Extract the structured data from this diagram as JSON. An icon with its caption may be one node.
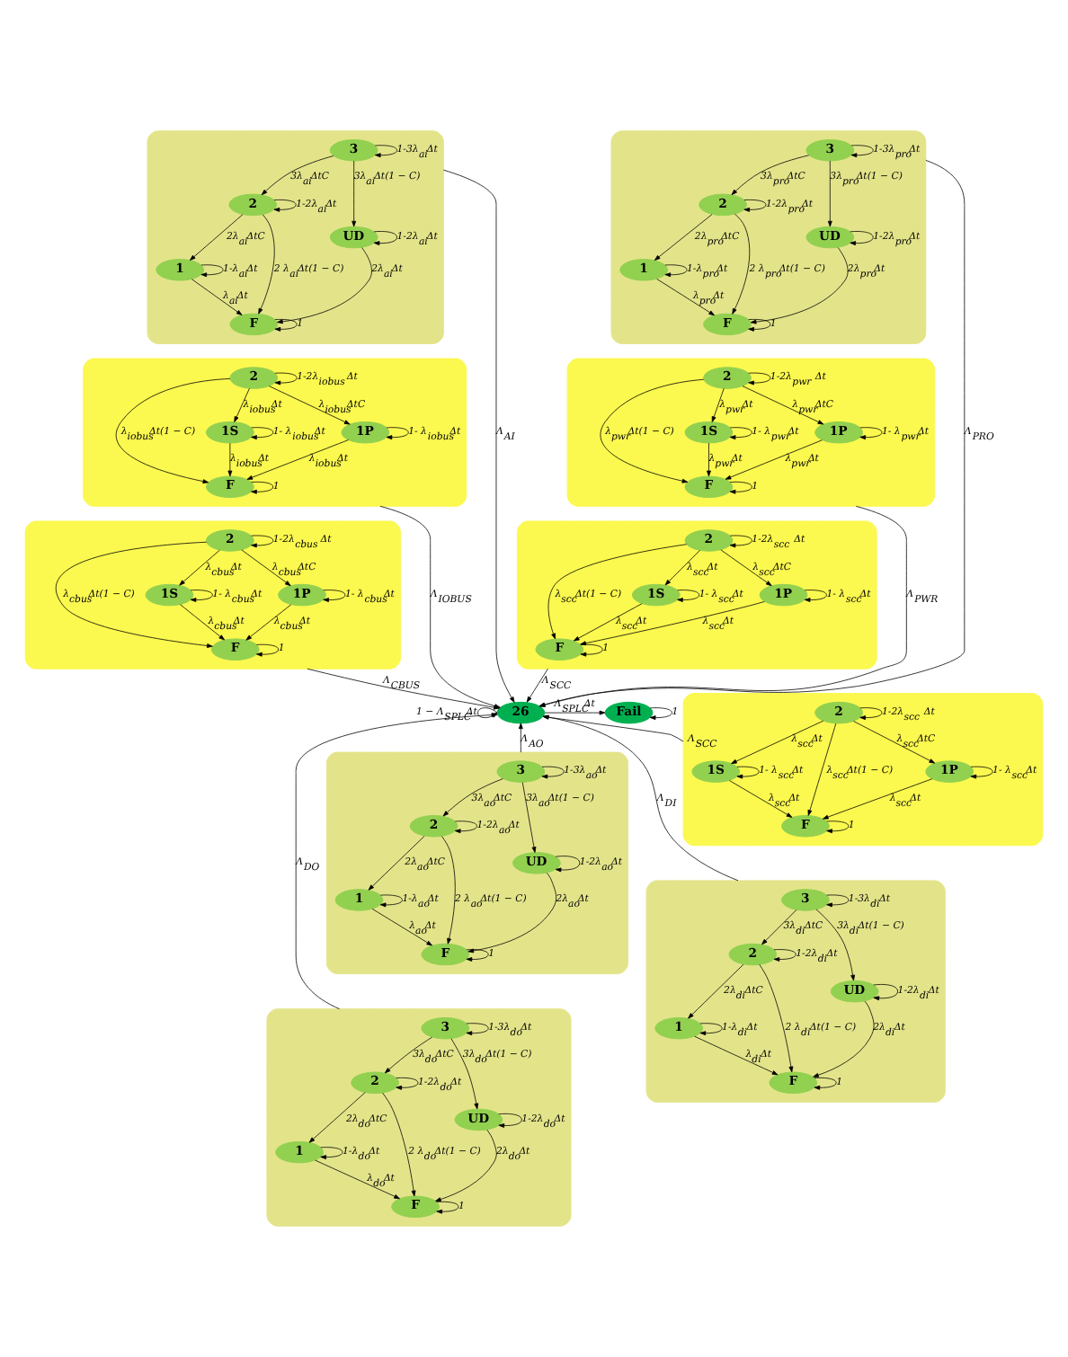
{
  "diagram": {
    "nodes": [
      {
        "text": [],
        "shape": "ellipse"
      },
      {
        "text": [
          "3"
        ],
        "in": 0
      },
      {
        "text": [
          "2"
        ],
        "in": 0
      },
      {
        "text": [
          "1"
        ],
        "in": 0
      },
      {
        "text": [
          "F"
        ],
        "in": 0
      },
      {
        "text": [
          "UD"
        ],
        "in": 0
      },
      {
        "text": [],
        "shape": "ellipse"
      },
      {
        "text": [
          "3"
        ],
        "in": 6
      },
      {
        "text": [
          "2"
        ],
        "in": 6
      },
      {
        "text": [
          "1"
        ],
        "in": 6
      },
      {
        "text": [
          "F"
        ],
        "in": 6
      },
      {
        "text": [
          "UD"
        ],
        "in": 6
      },
      {
        "text": [],
        "shape": "ellipse"
      },
      {
        "text": [
          "F"
        ],
        "in": 12
      },
      {
        "text": [
          "1S"
        ],
        "in": 12
      },
      {
        "text": [
          "1P"
        ],
        "in": 12
      },
      {
        "text": [
          "2"
        ],
        "in": 12
      },
      {
        "text": [],
        "shape": "ellipse"
      },
      {
        "text": [
          "F"
        ],
        "in": 17
      },
      {
        "text": [
          "1S"
        ],
        "in": 17
      },
      {
        "text": [
          "1P"
        ],
        "in": 17
      },
      {
        "text": [
          "2"
        ],
        "in": 17
      },
      {
        "text": [],
        "shape": "ellipse"
      },
      {
        "text": [
          "F"
        ],
        "in": 22
      },
      {
        "text": [
          "1S"
        ],
        "in": 22
      },
      {
        "text": [
          "1P"
        ],
        "in": 22
      },
      {
        "text": [
          "2"
        ],
        "in": 22
      },
      {
        "text": [],
        "shape": "ellipse"
      },
      {
        "text": [
          "F"
        ],
        "in": 27
      },
      {
        "text": [
          "1S"
        ],
        "in": 27
      },
      {
        "text": [
          "1P"
        ],
        "in": 27
      },
      {
        "text": [
          "2"
        ],
        "in": 27
      },
      {
        "text": [
          "26"
        ]
      },
      {
        "text": [
          "Fail"
        ]
      },
      {
        "text": [],
        "shape": "ellipse"
      },
      {
        "text": [
          "1S"
        ],
        "in": 34
      },
      {
        "text": [
          "2"
        ],
        "in": 34
      },
      {
        "text": [
          "F"
        ],
        "in": 34
      },
      {
        "text": [
          "1P"
        ],
        "in": 34
      },
      {
        "text": [],
        "shape": "ellipse"
      },
      {
        "text": [
          "3"
        ],
        "in": 39
      },
      {
        "text": [
          "2"
        ],
        "in": 39
      },
      {
        "text": [
          "1"
        ],
        "in": 39
      },
      {
        "text": [
          "F"
        ],
        "in": 39
      },
      {
        "text": [
          "UD"
        ],
        "in": 39
      },
      {
        "text": [],
        "shape": "ellipse"
      },
      {
        "text": [
          "3"
        ],
        "in": 45
      },
      {
        "text": [
          "2"
        ],
        "in": 45
      },
      {
        "text": [
          "1"
        ],
        "in": 45
      },
      {
        "text": [
          "F"
        ],
        "in": 45
      },
      {
        "text": [
          "UD"
        ],
        "in": 45
      },
      {
        "text": [],
        "shape": "ellipse"
      },
      {
        "text": [
          "3"
        ],
        "in": 51
      },
      {
        "text": [
          "2"
        ],
        "in": 51
      },
      {
        "text": [
          "1"
        ],
        "in": 51
      },
      {
        "text": [
          "F"
        ],
        "in": 51
      },
      {
        "text": [
          "UD"
        ],
        "in": 51
      }
    ],
    "edges": [
      {
        "from": 1,
        "to": 1,
        "arrow": "to",
        "label": "1-3λ$_{ai}$Δt"
      },
      {
        "from": 1,
        "to": 2,
        "arrow": "to",
        "label": "3λ$_{ai}$ΔtC"
      },
      {
        "from": 2,
        "to": 2,
        "arrow": "to",
        "label": "1-2λ$_{ai}$Δt"
      },
      {
        "from": 2,
        "to": 3,
        "arrow": "to",
        "label": "2λ$_{ai}$ΔtC"
      },
      {
        "from": 2,
        "to": 4,
        "arrow": "to",
        "label": "2 λ$_{ai}$Δt(1 − C)"
      },
      {
        "from": 3,
        "to": 3,
        "arrow": "to",
        "label": "1-λ$_{ai}$Δt"
      },
      {
        "from": 3,
        "to": 4,
        "arrow": "to",
        "label": "λ$_{ai}$Δt"
      },
      {
        "from": 4,
        "to": 4,
        "arrow": "to",
        "label": "1"
      },
      {
        "from": 1,
        "to": 5,
        "arrow": "to",
        "label": "3λ$_{ai}$Δt(1 − C)"
      },
      {
        "from": 5,
        "to": 5,
        "arrow": "to",
        "label": "1-2λ$_{ai}$Δt"
      },
      {
        "from": 5,
        "to": 4,
        "arrow": "to",
        "label": "2λ$_{ai}$Δt"
      },
      {
        "from": 7,
        "to": 7,
        "arrow": "to",
        "label": "1-3λ$_{pro}$Δt"
      },
      {
        "from": 7,
        "to": 8,
        "arrow": "to",
        "label": "3λ$_{pro}$ΔtC"
      },
      {
        "from": 8,
        "to": 8,
        "arrow": "to",
        "label": "1-2λ$_{pro}$Δt"
      },
      {
        "from": 8,
        "to": 9,
        "arrow": "to",
        "label": "2λ$_{pro}$ΔtC"
      },
      {
        "from": 8,
        "to": 10,
        "arrow": "to",
        "label": "2 λ$_{pro}$Δt(1 − C)"
      },
      {
        "from": 9,
        "to": 9,
        "arrow": "to",
        "label": "1-λ$_{pro}$Δt"
      },
      {
        "from": 9,
        "to": 10,
        "arrow": "to",
        "label": "λ$_{pro}$Δt"
      },
      {
        "from": 10,
        "to": 10,
        "arrow": "to",
        "label": "1"
      },
      {
        "from": 7,
        "to": 11,
        "arrow": "to",
        "label": "3λ$_{pro}$Δt(1 − C)"
      },
      {
        "from": 11,
        "to": 11,
        "arrow": "to",
        "label": "1-2λ$_{pro}$Δt"
      },
      {
        "from": 11,
        "to": 10,
        "arrow": "to",
        "label": "2λ$_{pro}$Δt"
      },
      {
        "from": 13,
        "to": 13,
        "arrow": "to",
        "label": "1"
      },
      {
        "from": 14,
        "to": 14,
        "arrow": "to",
        "label": "1- λ$_{iobus}$Δt"
      },
      {
        "from": 14,
        "to": 13,
        "arrow": "to",
        "label": "λ$_{iobus}$Δt"
      },
      {
        "from": 15,
        "to": 15,
        "arrow": "to",
        "label": "1- λ$_{iobus}$Δt"
      },
      {
        "from": 15,
        "to": 13,
        "arrow": "to",
        "label": "λ$_{iobus}$Δt"
      },
      {
        "from": 16,
        "to": 16,
        "arrow": "to",
        "label": "1-2λ$_{iobus}$ Δt"
      },
      {
        "from": 16,
        "to": 14,
        "arrow": "to",
        "label": "λ$_{iobus}$Δt"
      },
      {
        "from": 16,
        "to": 15,
        "arrow": "to",
        "label": "λ$_{iobus}$ΔtC"
      },
      {
        "from": 16,
        "to": 13,
        "arrow": "to",
        "label": "λ$_{iobus}$Δt(1 − C)"
      },
      {
        "from": 18,
        "to": 18,
        "arrow": "to",
        "label": "1"
      },
      {
        "from": 19,
        "to": 19,
        "arrow": "to",
        "label": "1- λ$_{pwr}$Δt"
      },
      {
        "from": 19,
        "to": 18,
        "arrow": "to",
        "label": "λ$_{pwr}$Δt"
      },
      {
        "from": 20,
        "to": 20,
        "arrow": "to",
        "label": "1- λ$_{pwr}$Δt"
      },
      {
        "from": 20,
        "to": 18,
        "arrow": "to",
        "label": "λ$_{pwr}$Δt"
      },
      {
        "from": 21,
        "to": 21,
        "arrow": "to",
        "label": "1-2λ$_{pwr}$ Δt"
      },
      {
        "from": 21,
        "to": 19,
        "arrow": "to",
        "label": "λ$_{pwr}$Δt"
      },
      {
        "from": 21,
        "to": 20,
        "arrow": "to",
        "label": "λ$_{pwr}$ΔtC"
      },
      {
        "from": 21,
        "to": 18,
        "arrow": "to",
        "label": "λ$_{pwr}$Δt(1 − C)"
      },
      {
        "from": 23,
        "to": 23,
        "arrow": "to",
        "label": "1"
      },
      {
        "from": 24,
        "to": 24,
        "arrow": "to",
        "label": "1- λ$_{cbus}$Δt"
      },
      {
        "from": 24,
        "to": 23,
        "arrow": "to",
        "label": "λ$_{cbus}$Δt"
      },
      {
        "from": 25,
        "to": 25,
        "arrow": "to",
        "label": "1- λ$_{cbus}$Δt"
      },
      {
        "from": 25,
        "to": 23,
        "arrow": "to",
        "label": "λ$_{cbus}$Δt"
      },
      {
        "from": 26,
        "to": 26,
        "arrow": "to",
        "label": "1-2λ$_{cbus}$ Δt"
      },
      {
        "from": 26,
        "to": 24,
        "arrow": "to",
        "label": "λ$_{cbus}$Δt"
      },
      {
        "from": 26,
        "to": 25,
        "arrow": "to",
        "label": "λ$_{cbus}$ΔtC"
      },
      {
        "from": 26,
        "to": 23,
        "arrow": "to",
        "label": "λ$_{cbus}$Δt(1 − C)"
      },
      {
        "from": 28,
        "to": 28,
        "arrow": "to",
        "label": "1"
      },
      {
        "from": 29,
        "to": 29,
        "arrow": "to",
        "label": "1- λ$_{scc}$Δt"
      },
      {
        "from": 29,
        "to": 28,
        "arrow": "to",
        "label": "λ$_{scc}$Δt"
      },
      {
        "from": 30,
        "to": 30,
        "arrow": "to",
        "label": "1- λ$_{scc}$Δt"
      },
      {
        "from": 30,
        "to": 28,
        "arrow": "to",
        "label": "λ$_{scc}$Δt"
      },
      {
        "from": 31,
        "to": 31,
        "arrow": "to",
        "label": "1-2λ$_{scc}$ Δt"
      },
      {
        "from": 31,
        "to": 29,
        "arrow": "to",
        "label": "λ$_{scc}$Δt"
      },
      {
        "from": 31,
        "to": 30,
        "arrow": "to",
        "label": "λ$_{scc}$ΔtC"
      },
      {
        "from": 31,
        "to": 28,
        "arrow": "to",
        "label": "λ$_{scc}$Δt(1 − C)"
      },
      {
        "from": 32,
        "to": 32,
        "arrow": "to",
        "label": "1 − Λ$_{SPLC}$Δt"
      },
      {
        "from": 32,
        "to": 33,
        "arrow": "to",
        "label": "Λ$_{SPLC}$Δt"
      },
      {
        "from": 33,
        "to": 33,
        "arrow": "to",
        "label": "1"
      },
      {
        "from": 0,
        "to": 32,
        "arrow": "to",
        "label": "Λ$_{AI}$"
      },
      {
        "from": 6,
        "to": 32,
        "arrow": "to",
        "label": "Λ$_{PRO}$"
      },
      {
        "from": 12,
        "to": 32,
        "arrow": "to",
        "label": "Λ$_{IOBUS}$"
      },
      {
        "from": 17,
        "to": 32,
        "arrow": "to",
        "label": "Λ$_{PWR}$"
      },
      {
        "from": 22,
        "to": 32,
        "arrow": "to",
        "label": "Λ$_{CBUS}$"
      },
      {
        "from": 27,
        "to": 32,
        "arrow": "to",
        "label": "Λ$_{SCC}$"
      },
      {
        "from": 34,
        "to": 32,
        "arrow": "to",
        "label": "Λ$_{SCC}$"
      },
      {
        "from": 39,
        "to": 32,
        "arrow": "to",
        "label": "Λ$_{AO}$"
      },
      {
        "from": 45,
        "to": 32,
        "arrow": "to",
        "label": "Λ$_{DI}$"
      },
      {
        "from": 51,
        "to": 32,
        "arrow": "to",
        "label": "Λ$_{DO}$"
      },
      {
        "from": 35,
        "to": 35,
        "arrow": "to",
        "label": "1- λ$_{scc}$Δt"
      },
      {
        "from": 35,
        "to": 37,
        "arrow": "to",
        "label": "λ$_{scc}$Δt"
      },
      {
        "from": 36,
        "to": 36,
        "arrow": "to",
        "label": "1-2λ$_{scc}$ Δt"
      },
      {
        "from": 36,
        "to": 35,
        "arrow": "to",
        "label": "λ$_{scc}$Δt"
      },
      {
        "from": 36,
        "to": 38,
        "arrow": "to",
        "label": "λ$_{scc}$ΔtC"
      },
      {
        "from": 36,
        "to": 37,
        "arrow": "to",
        "label": "λ$_{scc}$Δt(1 − C)"
      },
      {
        "from": 37,
        "to": 37,
        "arrow": "to",
        "label": "1"
      },
      {
        "from": 38,
        "to": 38,
        "arrow": "to",
        "label": "1- λ$_{scc}$Δt"
      },
      {
        "from": 38,
        "to": 37,
        "arrow": "to",
        "label": "λ$_{scc}$Δt"
      },
      {
        "from": 40,
        "to": 40,
        "arrow": "to",
        "label": "1-3λ$_{ao}$Δt"
      },
      {
        "from": 40,
        "to": 41,
        "arrow": "to",
        "label": "3λ$_{ao}$ΔtC"
      },
      {
        "from": 41,
        "to": 41,
        "arrow": "to",
        "label": "1-2λ$_{ao}$Δt"
      },
      {
        "from": 41,
        "to": 42,
        "arrow": "to",
        "label": "2λ$_{ao}$ΔtC"
      },
      {
        "from": 41,
        "to": 43,
        "arrow": "to",
        "label": "2 λ$_{ao}$Δt(1 − C)"
      },
      {
        "from": 42,
        "to": 42,
        "arrow": "to",
        "label": "1-λ$_{ao}$Δt"
      },
      {
        "from": 42,
        "to": 43,
        "arrow": "to",
        "label": "λ$_{ao}$Δt"
      },
      {
        "from": 43,
        "to": 43,
        "arrow": "to",
        "label": "1"
      },
      {
        "from": 40,
        "to": 44,
        "arrow": "to",
        "label": "3λ$_{ao}$Δt(1 − C)"
      },
      {
        "from": 44,
        "to": 44,
        "arrow": "to",
        "label": "1-2λ$_{ao}$Δt"
      },
      {
        "from": 44,
        "to": 43,
        "arrow": "to",
        "label": "2λ$_{ao}$Δt"
      },
      {
        "from": 46,
        "to": 46,
        "arrow": "to",
        "label": "1-3λ$_{di}$Δt"
      },
      {
        "from": 46,
        "to": 47,
        "arrow": "to",
        "label": "3λ$_{di}$ΔtC"
      },
      {
        "from": 47,
        "to": 47,
        "arrow": "to",
        "label": "1-2λ$_{di}$Δt"
      },
      {
        "from": 47,
        "to": 48,
        "arrow": "to",
        "label": "2λ$_{di}$ΔtC"
      },
      {
        "from": 47,
        "to": 49,
        "arrow": "to",
        "label": "2 λ$_{di}$Δt(1 − C)"
      },
      {
        "from": 48,
        "to": 48,
        "arrow": "to",
        "label": "1-λ$_{di}$Δt"
      },
      {
        "from": 48,
        "to": 49,
        "arrow": "to",
        "label": "λ$_{di}$Δt"
      },
      {
        "from": 49,
        "to": 49,
        "arrow": "to",
        "label": "1"
      },
      {
        "from": 46,
        "to": 50,
        "arrow": "to",
        "label": "3λ$_{di}$Δt(1 − C)"
      },
      {
        "from": 50,
        "to": 50,
        "arrow": "to",
        "label": "1-2λ$_{di}$Δt"
      },
      {
        "from": 50,
        "to": 49,
        "arrow": "to",
        "label": "2λ$_{di}$Δt"
      },
      {
        "from": 52,
        "to": 52,
        "arrow": "to",
        "label": "1-3λ$_{do}$Δt"
      },
      {
        "from": 52,
        "to": 53,
        "arrow": "to",
        "label": "3λ$_{do}$ΔtC"
      },
      {
        "from": 53,
        "to": 53,
        "arrow": "to",
        "label": "1-2λ$_{do}$Δt"
      },
      {
        "from": 53,
        "to": 54,
        "arrow": "to",
        "label": "2λ$_{do}$ΔtC"
      },
      {
        "from": 53,
        "to": 55,
        "arrow": "to",
        "label": "2 λ$_{do}$Δt(1 − C)"
      },
      {
        "from": 54,
        "to": 54,
        "arrow": "to",
        "label": "1-λ$_{do}$Δt"
      },
      {
        "from": 54,
        "to": 55,
        "arrow": "to",
        "label": "λ$_{do}$Δt"
      },
      {
        "from": 55,
        "to": 55,
        "arrow": "to",
        "label": "1"
      },
      {
        "from": 52,
        "to": 56,
        "arrow": "to",
        "label": "3λ$_{do}$Δt(1 − C)"
      },
      {
        "from": 56,
        "to": 56,
        "arrow": "to",
        "label": "1-2λ$_{do}$Δt"
      },
      {
        "from": 56,
        "to": 55,
        "arrow": "to",
        "label": "2λ$_{do}$Δt"
      }
    ]
  }
}
